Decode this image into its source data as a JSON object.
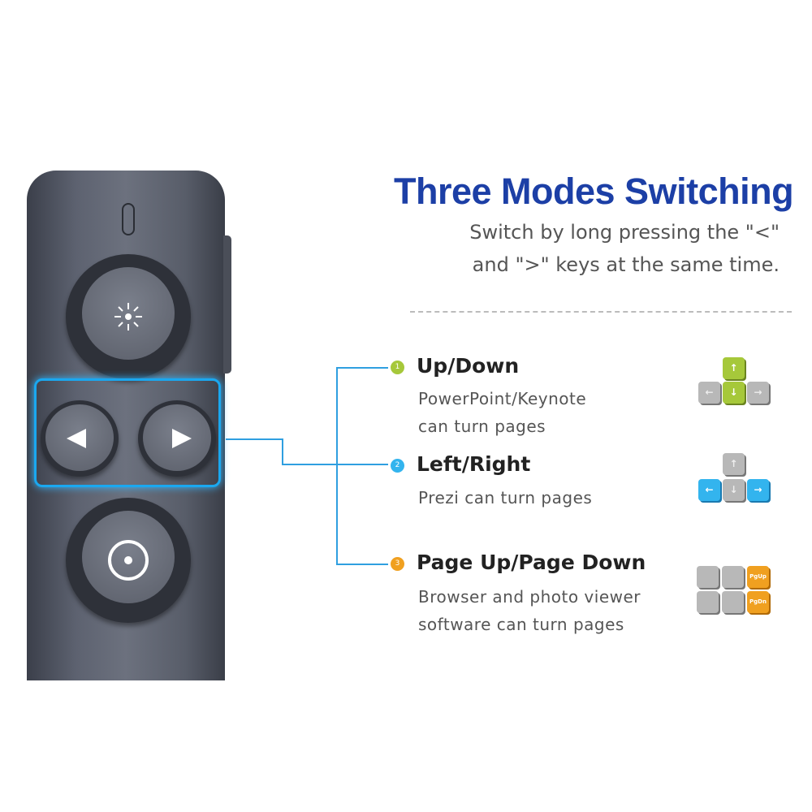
{
  "title": "Three Modes Switching",
  "subtitle": [
    "Switch by long pressing the \"<\"",
    "and \">\" keys at the same time."
  ],
  "modes": [
    {
      "number": "1",
      "name": "Up/Down",
      "desc": [
        "PowerPoint/Keynote",
        "can turn pages"
      ],
      "color": "#a6c83a"
    },
    {
      "number": "2",
      "name": "Left/Right",
      "desc": [
        "Prezi can turn pages"
      ],
      "color": "#33b4ee"
    },
    {
      "number": "3",
      "name": "Page Up/Page Down",
      "desc": [
        "Browser and photo viewer",
        "software can turn pages"
      ],
      "color": "#f0a020"
    }
  ],
  "keys": {
    "up": "↑",
    "down": "↓",
    "left": "←",
    "right": "→",
    "pgup": "PgUp",
    "pgdn": "PgDn"
  },
  "highlight_color": "#1aa8f0"
}
